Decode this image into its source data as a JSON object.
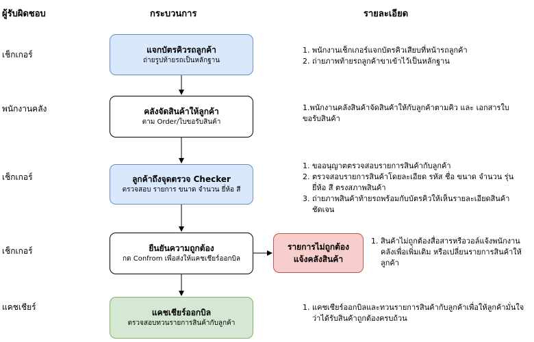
{
  "headers": {
    "responsible": "ผู้รับผิดชอบ",
    "process": "กระบวนการ",
    "details": "รายละเอียด"
  },
  "responsibles": [
    "เช็กเกอร์",
    "พนักงานคลัง",
    "เช็กเกอร์",
    "เช็กเกอร์",
    "แคชเชียร์"
  ],
  "steps": [
    {
      "title": "แจกบัตรคิวรถลูกค้า",
      "subtitle": "ถ่ายรูปท้ายรถเป็นหลักฐาน"
    },
    {
      "title": "คลังจัดสินค้าให้ลูกค้า",
      "subtitle": "ตาม Order/ใบขอรับสินค้า"
    },
    {
      "title": "ลูกค้าถึงจุดตรวจ Checker",
      "subtitle": "ตรวจสอบ รายการ ขนาด จำนวน ยี่ห้อ สี"
    },
    {
      "title": "ยืนยันความถูกต้อง",
      "subtitle": "กด Confrom เพื่อส่งให้แคชเชียร์ออกบิล"
    },
    {
      "title": "แคชเชียร์ออกบิล",
      "subtitle": "ตรวจสอบทวนรายการสินค้ากับลูกค้า"
    }
  ],
  "side_step": {
    "title": "รายการไม่ถูกต้อง แจ้งคลังสินค้า"
  },
  "details": [
    [
      {
        "num": "1.",
        "text": "พนักงานเช็กเกอร์แจกบัตรคิวเสียบที่หน้ารถลูกค้า"
      },
      {
        "num": "2.",
        "text": "ถ่ายภาพท้ายรถลูกค้าขาเข้าไว้เป็นหลักฐาน"
      }
    ],
    [
      {
        "num": "",
        "text": "1.พนักงานคลังสินค้าจัดสินค้าให้กับลูกค้าตามคิว และ เอกสารใบขอรับสินค้า"
      }
    ],
    [
      {
        "num": "1.",
        "text": "ขออนุญาตตรวจสอบรายการสินค้ากับลูกค้า"
      },
      {
        "num": "2.",
        "text": "ตรวจสอบรายการสินค้าโดยละเอียด รหัส ชื่อ ขนาด จำนวน รุ่น ยี่ห้อ สี ตรงสภาพสินค้า"
      },
      {
        "num": "3.",
        "text": "ถ่ายภาพสินค้าท้ายรถพร้อมกับบัตรคิวให้เห็นรายละเอียดสินค้าชัดเจน"
      }
    ],
    [
      {
        "num": "1.",
        "text": "สินค้าไม่ถูกต้องสื่อสารหรือวอล์แจ้งพนักงานคลังเพื่อเพิ่มเติม หรือเปลี่ยนรายการสินค้าให้ลูกค้า"
      }
    ],
    [
      {
        "num": "1.",
        "text": "แคชเชียร์ออกบิลและทวนรายการสินค้ากับลูกค้าเพื่อให้ลูกค้ามั่นใจว่าได้รับสินค้าถูกต้องครบถ้วน"
      }
    ]
  ],
  "colors": {
    "blue_fill": "#dae8fc",
    "blue_stroke": "#6c8ebf",
    "green_fill": "#d5e8d4",
    "green_stroke": "#82b366",
    "red_fill": "#f8cecc",
    "red_stroke": "#b85450"
  }
}
